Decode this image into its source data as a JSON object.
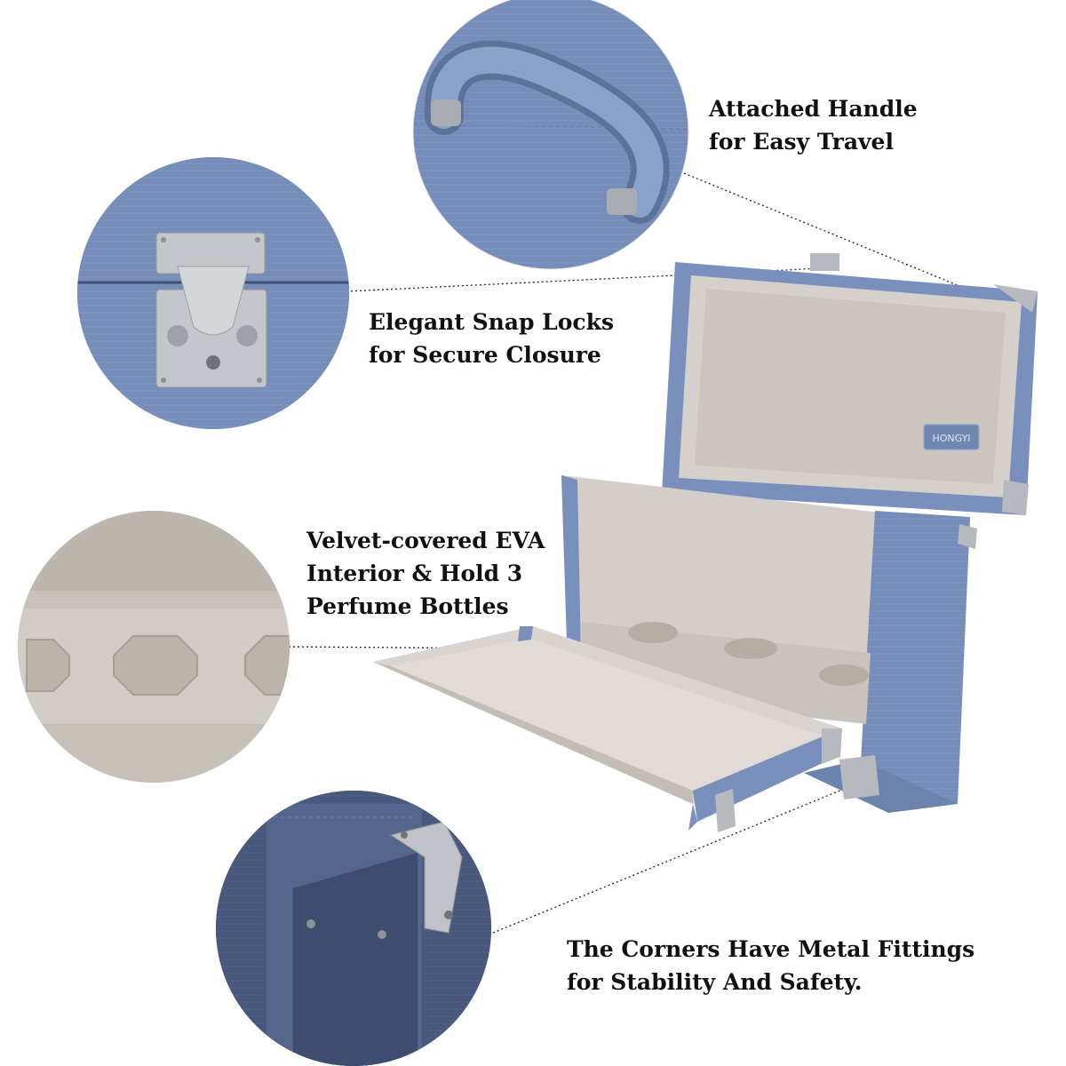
{
  "captions": {
    "handle": {
      "line1": "Attached Handle",
      "line2": "for Easy Travel"
    },
    "lock": {
      "line1": "Elegant Snap Locks",
      "line2": "for Secure Closure"
    },
    "velvet": {
      "line1": "Velvet-covered EVA",
      "line2": "Interior & Hold 3",
      "line3": "Perfume Bottles"
    },
    "corners": {
      "line1": "The Corners Have Metal Fittings",
      "line2": "for Stability And Safety."
    }
  },
  "brand": {
    "label_text": "HONGYI"
  },
  "colors": {
    "leather": "#7a92bd",
    "leather_dark": "#5c7099",
    "leather_navy": "#4a5a7e",
    "velvet": "#d6d1cc",
    "velvet_dark": "#b9b3ad",
    "metal": "#b9bcc0",
    "caption_text": "#111111"
  },
  "icons": [
    "handle-icon",
    "snap-lock-icon",
    "bottle-slot-icon",
    "corner-fitting-icon"
  ]
}
